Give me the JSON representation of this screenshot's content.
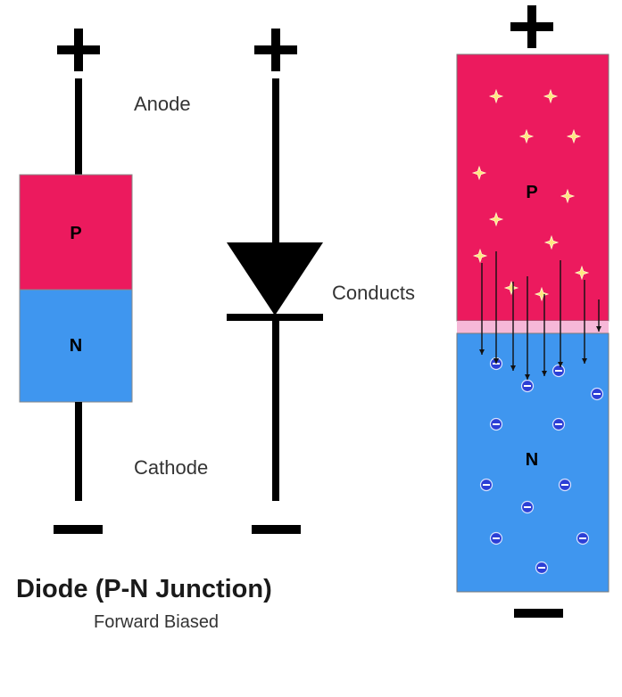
{
  "colors": {
    "p_region": "#ec1a5e",
    "n_region": "#3f96ef",
    "junction": "#f6b8d8",
    "hole": "#ffe680",
    "electron": "#2c3fd6",
    "wire": "#000000"
  },
  "left_component": {
    "plus_sign": "+",
    "minus_sign": "—",
    "p_label": "P",
    "n_label": "N"
  },
  "diode_symbol": {
    "plus_sign": "+",
    "minus_sign": "—"
  },
  "labels": {
    "anode": "Anode",
    "cathode": "Cathode",
    "conducts": "Conducts"
  },
  "junction_view": {
    "plus_sign": "+",
    "minus_sign": "—",
    "p_label": "P",
    "n_label": "N",
    "hole_icon": "plus-star-icon",
    "electron_icon": "minus-circle-icon"
  },
  "title": "Diode (P-N Junction)",
  "subtitle": "Forward Biased"
}
